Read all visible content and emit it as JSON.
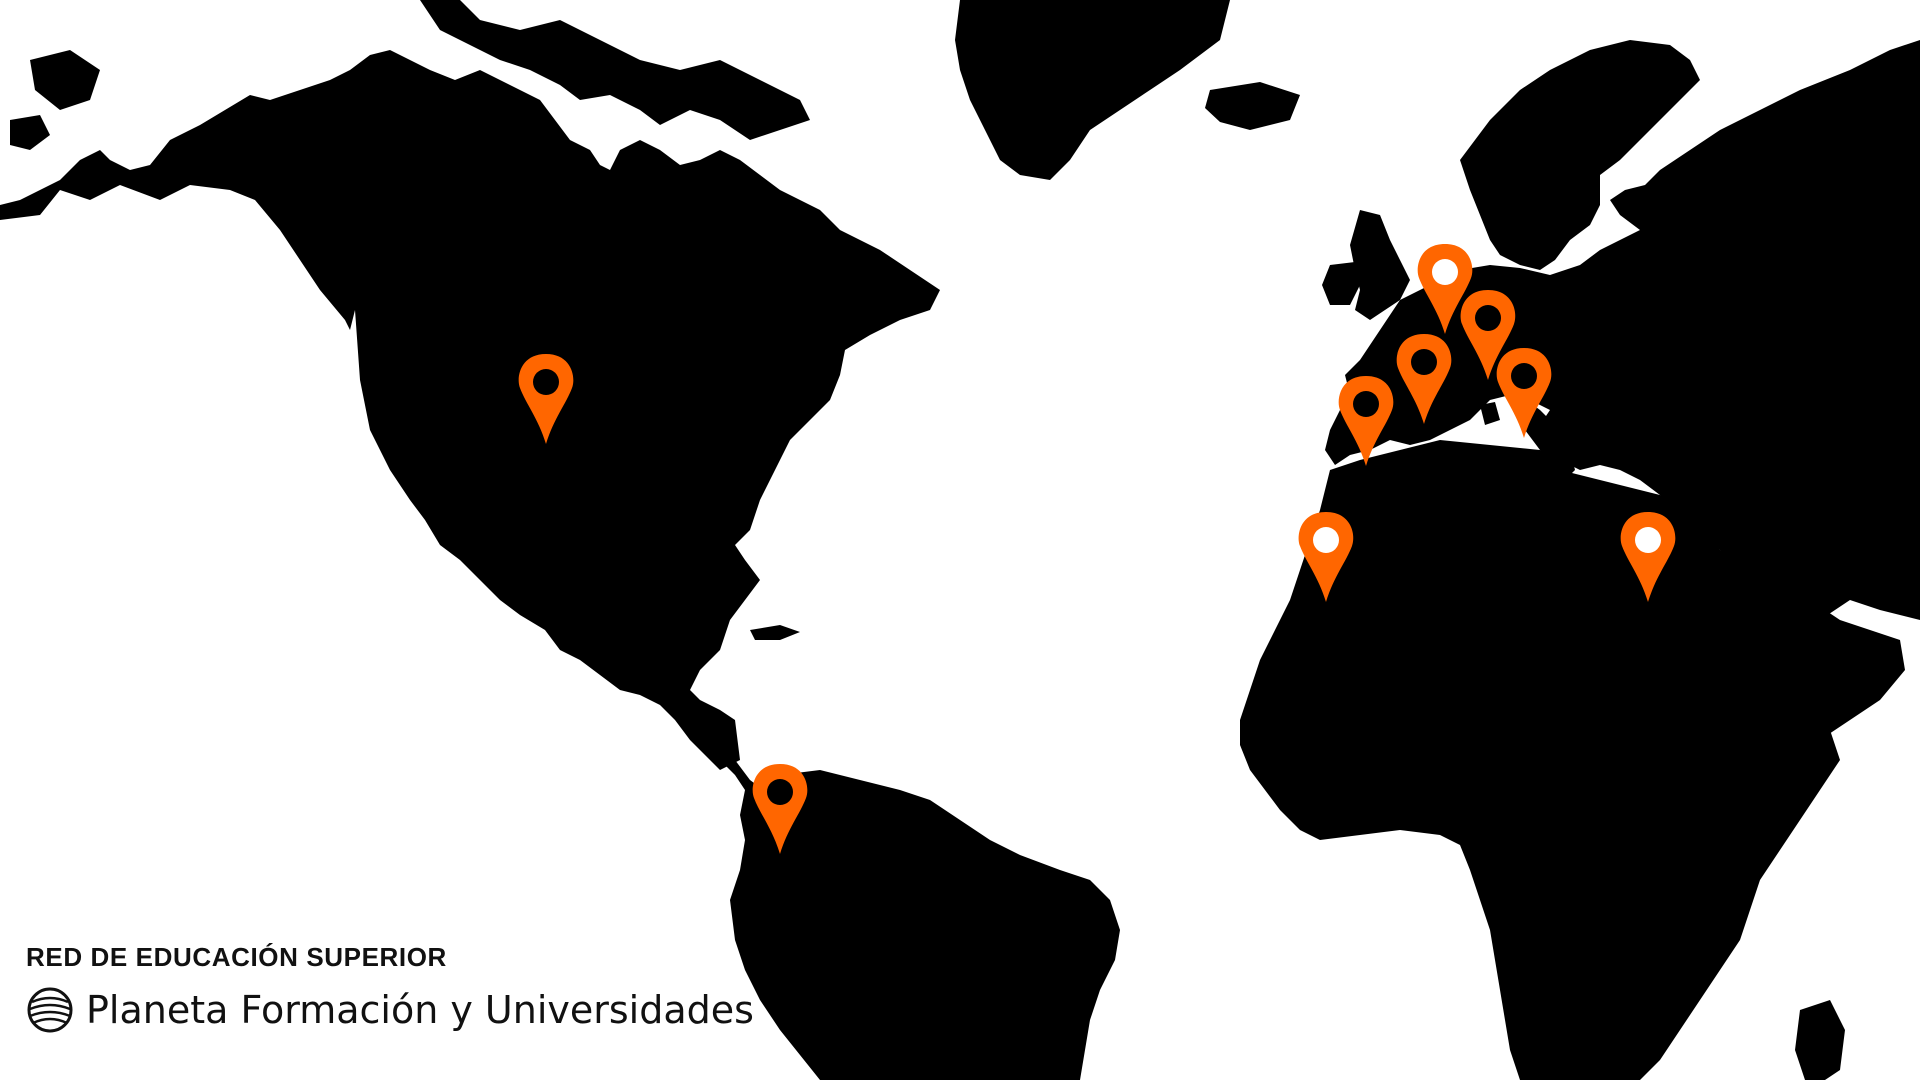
{
  "brand": {
    "kicker": "RED DE EDUCACIÓN SUPERIOR",
    "name": "Planeta Formación y Universidades",
    "logo_icon": "globe-lines-icon"
  },
  "map": {
    "land_color": "#000000",
    "ocean_color": "#ffffff",
    "marker_color": "#ff6600",
    "markers": [
      {
        "name": "marker-north-america",
        "center_color": "#000000"
      },
      {
        "name": "marker-colombia",
        "center_color": "#000000"
      },
      {
        "name": "marker-united-kingdom",
        "center_color": "#ffffff"
      },
      {
        "name": "marker-germany",
        "center_color": "#000000"
      },
      {
        "name": "marker-france",
        "center_color": "#000000"
      },
      {
        "name": "marker-italy",
        "center_color": "#000000"
      },
      {
        "name": "marker-spain",
        "center_color": "#000000"
      },
      {
        "name": "marker-morocco",
        "center_color": "#ffffff"
      },
      {
        "name": "marker-egypt",
        "center_color": "#ffffff"
      }
    ]
  }
}
